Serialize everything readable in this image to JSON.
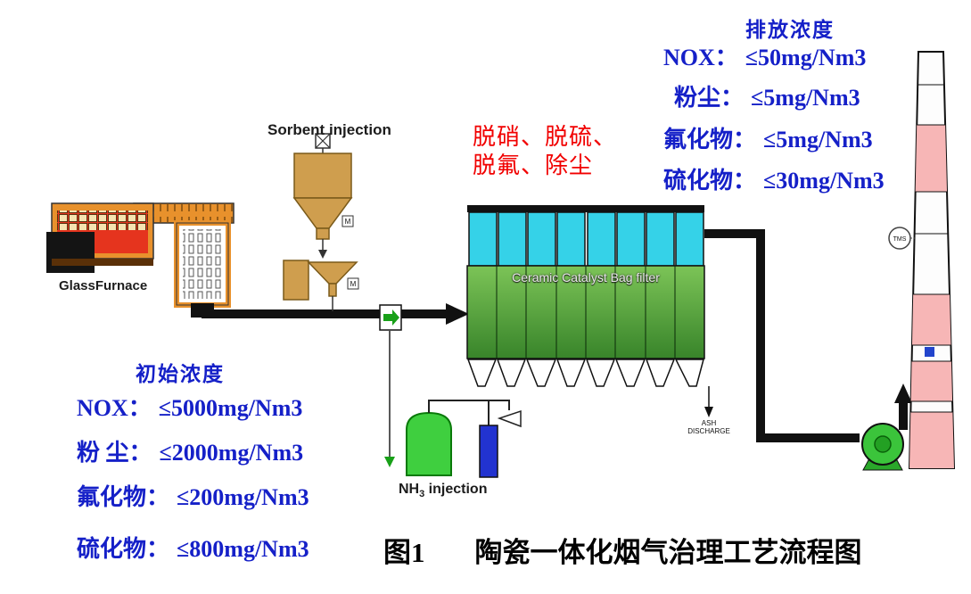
{
  "diagram": {
    "sorbent_label": "Sorbent injection",
    "furnace_label": "GlassFurnace",
    "process_note_line1": "脱硝、脱硫、",
    "process_note_line2": "脱氟、除尘",
    "filter_label": "Ceramic Catalyst Bag filter",
    "nh3_prefix": "NH",
    "nh3_sub": "3",
    "nh3_suffix": " injection",
    "ash_line1": "ASH",
    "ash_line2": "DISCHARGE",
    "tms_label": "TMS",
    "valve_m": "M"
  },
  "emission": {
    "title": "排放浓度",
    "rows": [
      {
        "label": "NOX：",
        "value": "≤50mg/Nm3"
      },
      {
        "label": "粉尘：",
        "value": "≤5mg/Nm3"
      },
      {
        "label": "氟化物：",
        "value": "≤5mg/Nm3"
      },
      {
        "label": "硫化物：",
        "value": "≤30mg/Nm3"
      }
    ]
  },
  "initial": {
    "title": "初始浓度",
    "rows": [
      {
        "label": "NOX：",
        "value": "≤5000mg/Nm3"
      },
      {
        "label": "粉 尘：",
        "value": "≤2000mg/Nm3"
      },
      {
        "label": "氟化物：",
        "value": "≤200mg/Nm3"
      },
      {
        "label": "硫化物：",
        "value": "≤800mg/Nm3"
      }
    ]
  },
  "caption": {
    "figure_no": "图1",
    "text": "陶瓷一体化烟气治理工艺流程图"
  },
  "colors": {
    "blue_text": "#1520c8",
    "red_text": "#f10000",
    "filter_top_cyan": "#35d2e8",
    "filter_body_green": "#4a9b35",
    "stack_pink": "#f7b6b6",
    "tank_green": "#3fcf3f",
    "tank_blue": "#2233d0",
    "sorbent_tan": "#cf9e4e",
    "furnace_orange": "#e8912c",
    "furnace_red": "#e5341e"
  }
}
